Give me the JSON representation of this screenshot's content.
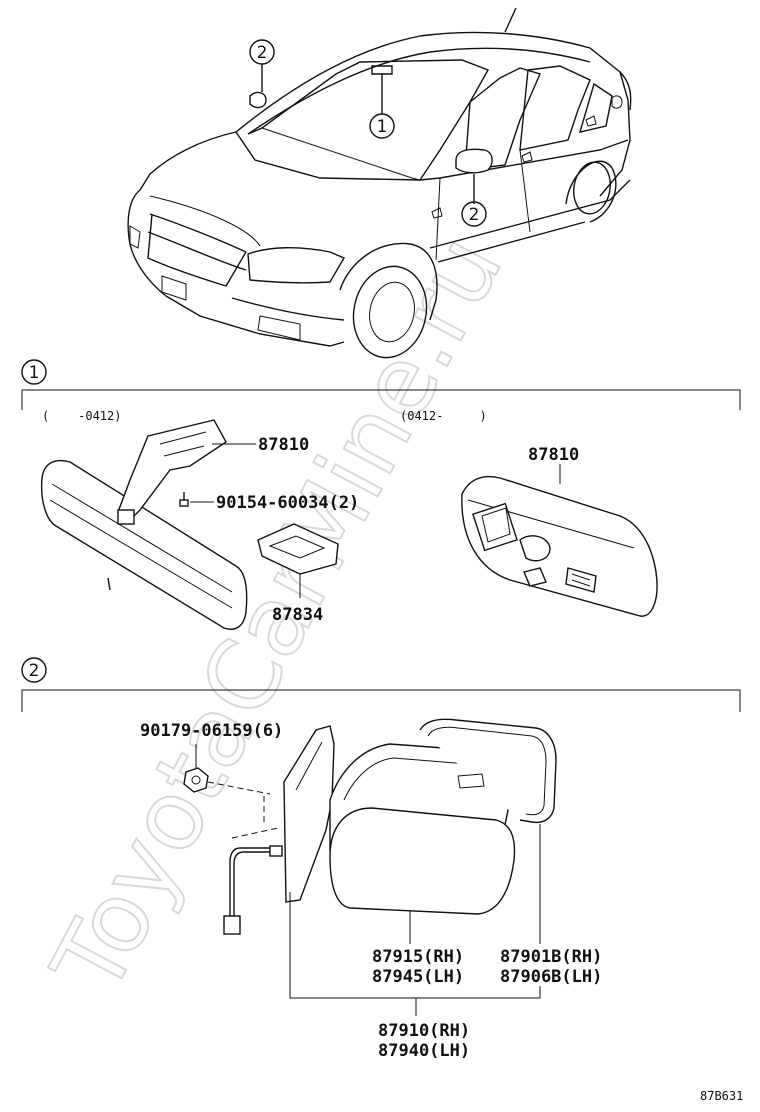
{
  "watermark": "ToyotaCarMine.ru",
  "callouts": {
    "c1": "1",
    "c2": "2"
  },
  "section1": {
    "marker": "1",
    "range_left": "(    -0412)",
    "range_right": "(0412-     )",
    "part_87810_left": "87810",
    "part_bolt": "90154-60034(2)",
    "part_87834": "87834",
    "part_87810_right": "87810"
  },
  "section2": {
    "marker": "2",
    "part_nut": "90179-06159(6)",
    "part_87915": "87915(RH)",
    "part_87945": "87945(LH)",
    "part_87901b": "87901B(RH)",
    "part_87906b": "87906B(LH)",
    "part_87910": "87910(RH)",
    "part_87940": "87940(LH)"
  },
  "diagram_code": "87B631"
}
